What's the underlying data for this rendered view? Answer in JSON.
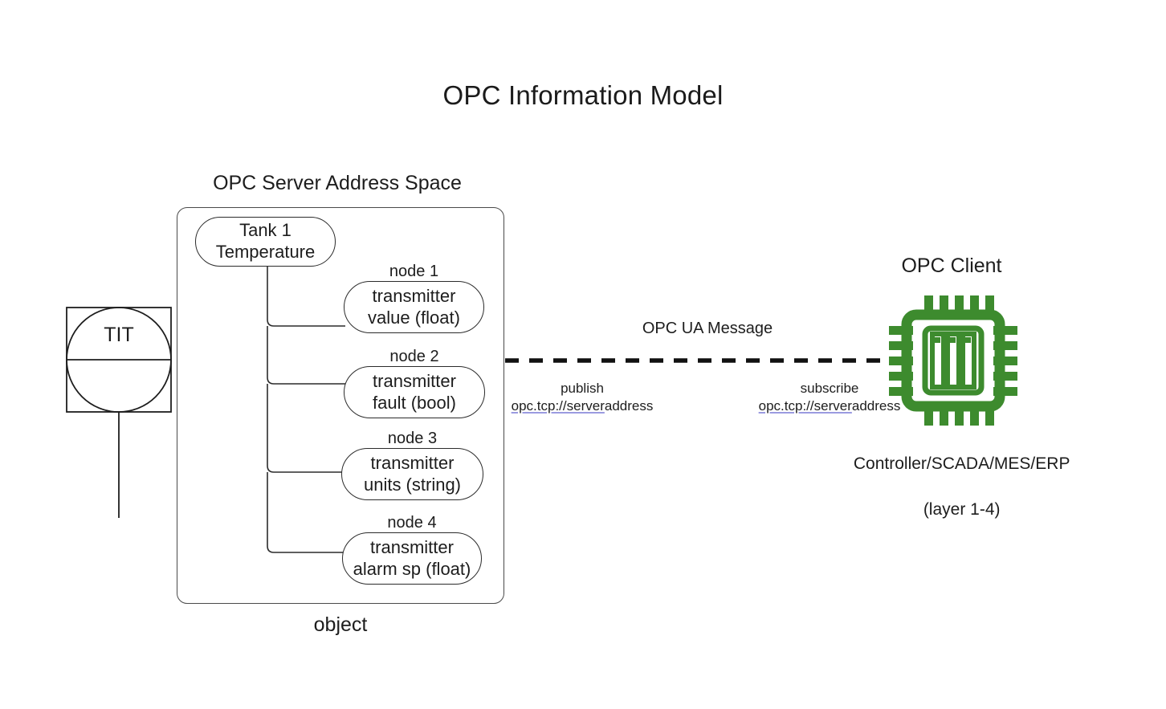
{
  "title": "OPC Information Model",
  "colors": {
    "chip_green": "#3d8b2e",
    "stroke": "#2b2b2b",
    "box_stroke": "#4a4a4a",
    "link_underline": "#9b9be0",
    "background": "#ffffff"
  },
  "field_device": {
    "tag": "TIT",
    "symbol": "instrument-balloon-square"
  },
  "server": {
    "caption": "OPC Server Address Space",
    "object_caption": "object",
    "root_node": {
      "line1": "Tank 1",
      "line2": "Temperature"
    },
    "nodes": [
      {
        "label": "node 1",
        "line1": "transmitter",
        "line2": "value (float)"
      },
      {
        "label": "node 2",
        "line1": "transmitter",
        "line2": "fault (bool)"
      },
      {
        "label": "node 3",
        "line1": "transmitter",
        "line2": "units (string)"
      },
      {
        "label": "node 4",
        "line1": "transmitter",
        "line2": "alarm sp (float)"
      }
    ]
  },
  "link": {
    "message_label": "OPC UA Message",
    "publish": {
      "verb": "publish",
      "uri_scheme": "opc.tcp://server",
      "uri_rest": "address"
    },
    "subscribe": {
      "verb": "subscribe",
      "uri_scheme": "opc.tcp://server",
      "uri_rest": "address"
    }
  },
  "client": {
    "caption": "OPC Client",
    "icon": "microchip-icon",
    "subtitle_line1": "Controller/SCADA/MES/ERP",
    "subtitle_line2": "(layer 1-4)"
  }
}
